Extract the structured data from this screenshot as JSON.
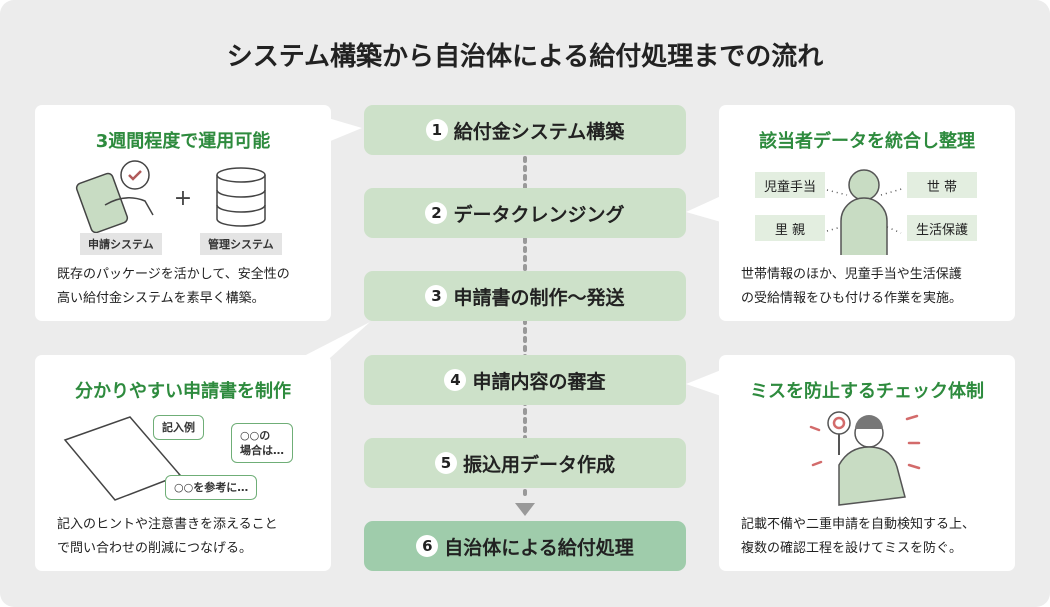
{
  "title": "システム構築から自治体による給付処理までの流れ",
  "steps": [
    {
      "num": "1",
      "label": "給付金システム構築"
    },
    {
      "num": "2",
      "label": "データクレンジング"
    },
    {
      "num": "3",
      "label": "申請書の制作〜発送"
    },
    {
      "num": "4",
      "label": "申請内容の審査"
    },
    {
      "num": "5",
      "label": "振込用データ作成"
    },
    {
      "num": "6",
      "label": "自治体による給付処理"
    }
  ],
  "cards": {
    "system": {
      "title": "3週間程度で運用可能",
      "tag1": "申請システム",
      "tag2": "管理システム",
      "plus": "+",
      "desc1": "既存のパッケージを活かして、安全性の",
      "desc2": "高い給付金システムを素早く構築。"
    },
    "form": {
      "title": "分かりやすい申請書を制作",
      "bubble1": "記入例",
      "bubble2a": "○○の",
      "bubble2b": "場合は…",
      "bubble3": "○○を参考に…",
      "desc1": "記入のヒントや注意書きを添えること",
      "desc2": "で問い合わせの削減につなげる。"
    },
    "data": {
      "title": "該当者データを統合し整理",
      "tags": [
        "児童手当",
        "世 帯",
        "里 親",
        "生活保護"
      ],
      "desc1": "世帯情報のほか、児童手当や生活保護",
      "desc2": "の受給情報をひも付ける作業を実施。"
    },
    "check": {
      "title": "ミスを防止するチェック体制",
      "desc1": "記載不備や二重申請を自動検知する上、",
      "desc2": "複数の確認工程を設けてミスを防ぐ。"
    }
  },
  "colors": {
    "accent": "#2e8b3e",
    "step": "#cde1c9",
    "final": "#9fccab",
    "bg": "#ececec"
  }
}
